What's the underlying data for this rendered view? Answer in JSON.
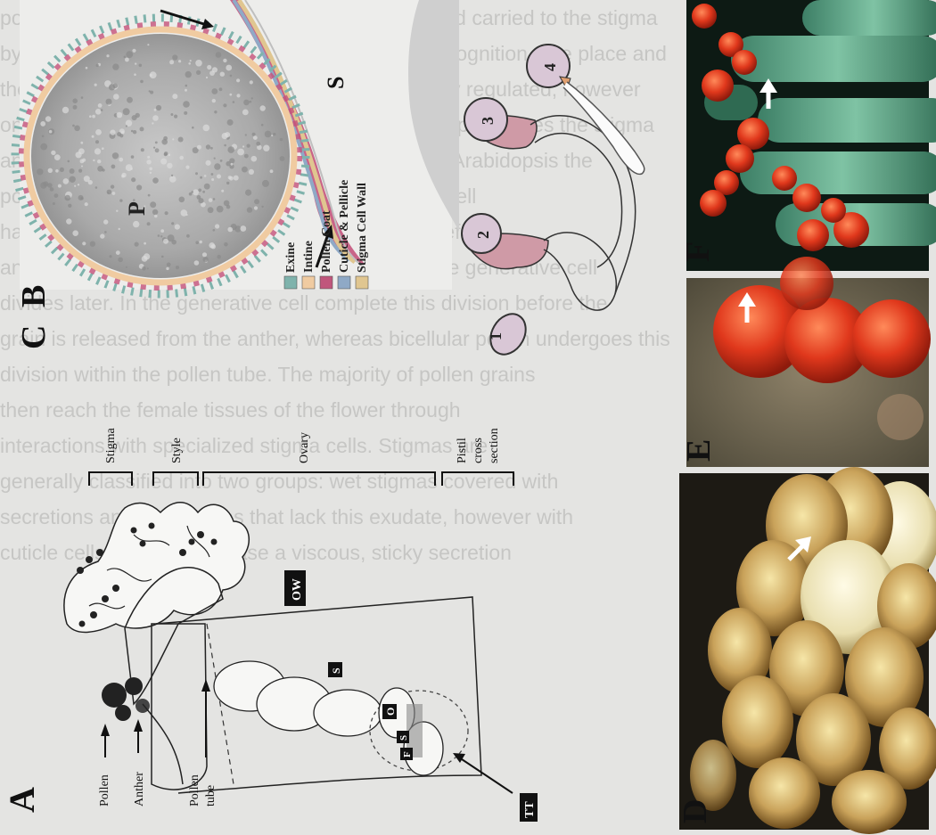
{
  "figure": {
    "panels": {
      "A": {
        "letter": "A",
        "labels": {
          "pollen": "Pollen",
          "anther": "Anther",
          "pollen_tube": [
            "Pollen",
            "tube"
          ],
          "ow": "OW",
          "s": "S",
          "o": "O",
          "f": "F",
          "tt": "TT"
        },
        "brackets": {
          "stigma": "Stigma",
          "style": "Style",
          "ovary": "Ovary",
          "pistil_cross_section": [
            "Pistil",
            "cross",
            "section"
          ]
        }
      },
      "B": {
        "letter": "B",
        "labels": {
          "p": "P",
          "s": "S"
        },
        "legend": [
          {
            "label": "Exine",
            "color": "#7fb3ac"
          },
          {
            "label": "Intine",
            "color": "#f0cba1"
          },
          {
            "label": "Pollen Coat",
            "color": "#c0567c"
          },
          {
            "label": "Cuticle & Pellicle",
            "color": "#8fa9c6"
          },
          {
            "label": "Stigma Cell Wall",
            "color": "#e0c690"
          }
        ]
      },
      "C": {
        "letter": "C",
        "stages": [
          "1",
          "2",
          "3",
          "4"
        ]
      },
      "D": {
        "letter": "D"
      },
      "E": {
        "letter": "E"
      },
      "F": {
        "letter": "F"
      }
    }
  },
  "background_text": [
    "pollen grains are then released from the anther and carried to the stigma",
    "by wind or animal vectors where adhesion and recognition take place and",
    "the grain hydrates. Hydration of the pollen is tightly regulated; however",
    "once hydrated the pollen germinates and the tube penetrates the stigma",
    "and grows through the style toward the ovules. In Arabidopsis the",
    "pollen is tricellular at maturity and the generative cell",
    "has already divided to produce two sperm cells before",
    "anther dehiscence, whereas in bicellular pollen the generative cell",
    "divides later. In the generative cell complete this division before the",
    "grain is released from the anther, whereas bicellular pollen undergoes this",
    "division within the pollen tube. The majority of pollen grains",
    "then reach the female tissues of the flower through",
    "interactions with specialized stigma cells. Stigmas are",
    "generally classified into two groups: wet stigmas covered with",
    "secretions and dry stigmas that lack this exudate, however with",
    "cuticle cells that often release a viscous, sticky secretion"
  ]
}
